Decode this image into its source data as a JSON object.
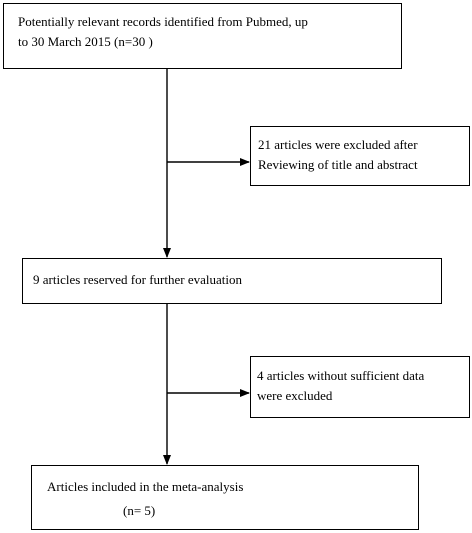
{
  "flowchart": {
    "start_box": {
      "line1": "Potentially relevant records identified from Pubmed, up",
      "line2": "to 30 March 2015 (n=30 )"
    },
    "excluded_box_1": {
      "line1": "21 articles were excluded after",
      "line2": "Reviewing of title and abstract"
    },
    "reserved_box": {
      "line1": "9 articles reserved for further evaluation"
    },
    "excluded_box_2": {
      "line1": "4 articles without sufficient data",
      "line2": "were excluded"
    },
    "included_box": {
      "line1": "Articles included in the meta-analysis",
      "line2": "(n= 5)"
    },
    "colors": {
      "stroke": "#000000",
      "background": "#ffffff"
    }
  }
}
